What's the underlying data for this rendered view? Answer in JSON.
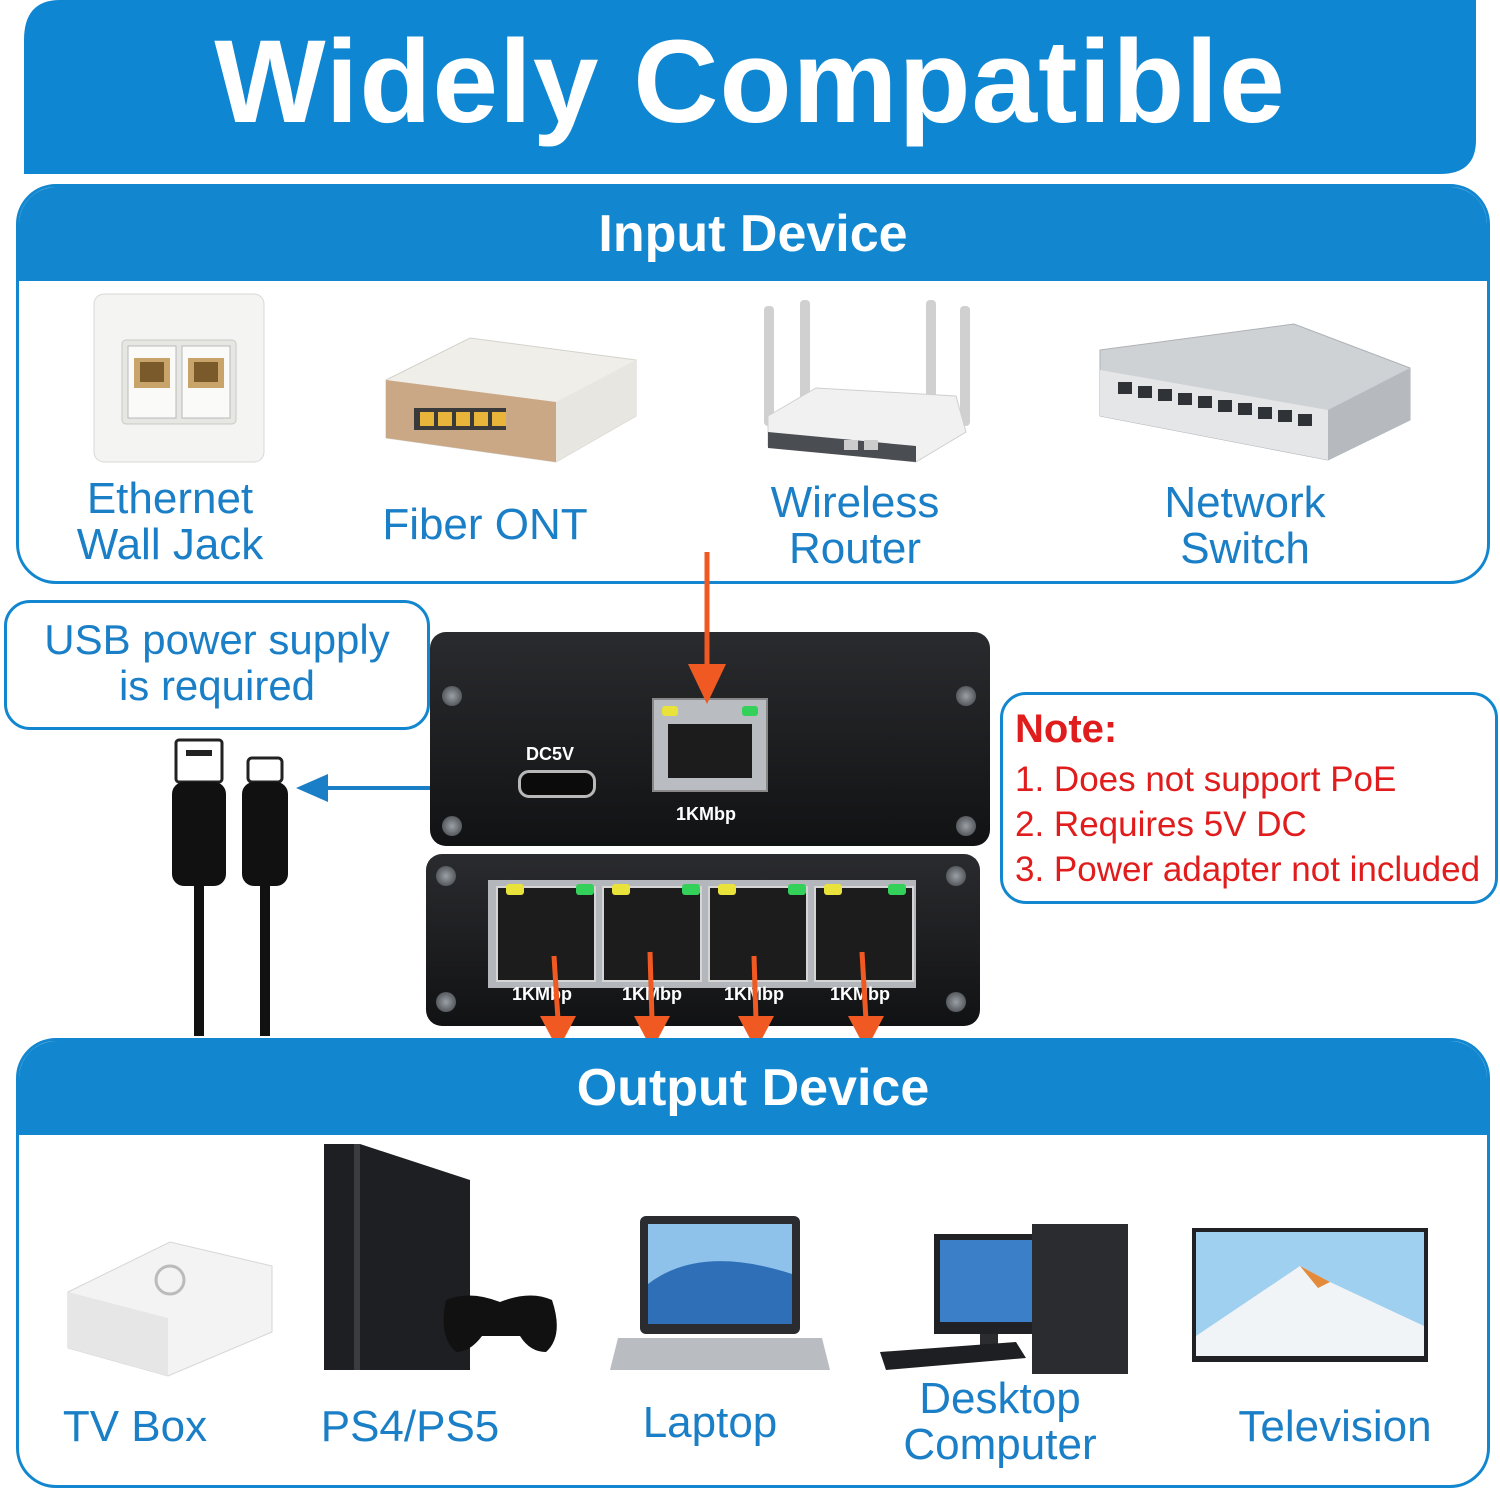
{
  "title": "Widely Compatible",
  "input_section": {
    "heading": "Input Device",
    "items": [
      {
        "label_line1": "Ethernet",
        "label_line2": "Wall Jack",
        "icon": "wall-jack-icon"
      },
      {
        "label_line1": "Fiber ONT",
        "label_line2": "",
        "icon": "fiber-ont-icon"
      },
      {
        "label_line1": "Wireless",
        "label_line2": "Router",
        "icon": "router-icon"
      },
      {
        "label_line1": "Network",
        "label_line2": "Switch",
        "icon": "switch-icon"
      }
    ]
  },
  "usb_box": {
    "line1": "USB power supply",
    "line2": "is required"
  },
  "device": {
    "power_label": "DC5V",
    "input_port_label": "1KMbp",
    "output_port_labels": [
      "1KMbp",
      "1KMbp",
      "1KMbp",
      "1KMbp"
    ]
  },
  "note": {
    "heading": "Note:",
    "items": [
      "1. Does not support PoE",
      "2. Requires 5V DC",
      "3. Power adapter not included"
    ]
  },
  "output_section": {
    "heading": "Output Device",
    "items": [
      {
        "label_line1": "TV Box",
        "label_line2": "",
        "icon": "tv-box-icon"
      },
      {
        "label_line1": "PS4/PS5",
        "label_line2": "",
        "icon": "console-icon"
      },
      {
        "label_line1": "Laptop",
        "label_line2": "",
        "icon": "laptop-icon"
      },
      {
        "label_line1": "Desktop",
        "label_line2": "Computer",
        "icon": "desktop-icon"
      },
      {
        "label_line1": "Television",
        "label_line2": "",
        "icon": "television-icon"
      }
    ]
  },
  "colors": {
    "accent": "#1287d0",
    "arrow": "#f05a22",
    "note_heading": "#e01c1c",
    "label": "#1a7fc6"
  }
}
